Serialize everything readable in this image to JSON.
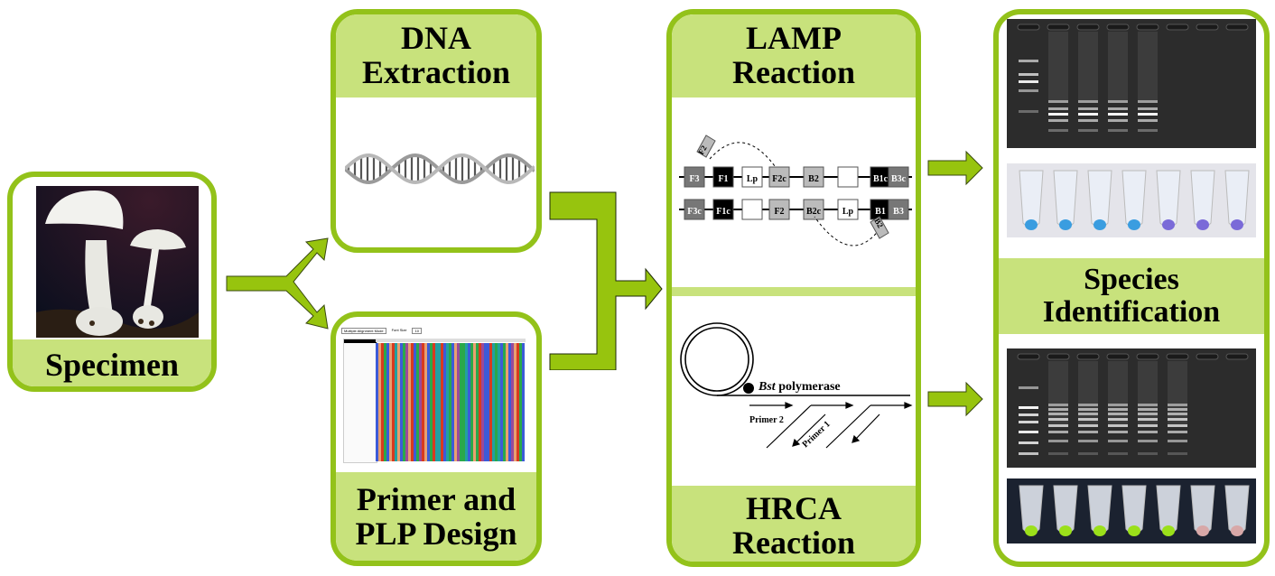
{
  "title": "Workflow for mushroom species identification",
  "colors": {
    "frame": "#93c21a",
    "band": "#c8e27c",
    "arrow": "#97c40e"
  },
  "steps": {
    "specimen": {
      "label": "Specimen"
    },
    "dna": {
      "label_line1": "DNA",
      "label_line2": "Extraction"
    },
    "primer": {
      "label_line1": "Primer and",
      "label_line2": "PLP Design",
      "toolbar": {
        "mode_select": "Multiple Alignment Mode",
        "font_size_label": "Font Size",
        "font_size_value": "10"
      }
    },
    "lamp": {
      "label_line1": "LAMP",
      "label_line2": "Reaction",
      "top_strand": [
        "F3",
        "F1",
        "Lp",
        "F2c",
        "B2",
        "",
        "B1c",
        "B3c"
      ],
      "bottom_strand": [
        "F3c",
        "F1c",
        "",
        "F2",
        "B2c",
        "Lp",
        "B1",
        "B3"
      ],
      "loop_primers": [
        "F2",
        "B2"
      ]
    },
    "hrca": {
      "label_line1": "HRCA",
      "label_line2": "Reaction",
      "enzyme_italic": "Bst",
      "enzyme_rest": " polymerase",
      "primer2": "Primer 2",
      "primer1": "Primer 1"
    },
    "identification": {
      "label_line1": "Species",
      "label_line2": "Identification",
      "lamp_tube_colors": [
        "#3a9de0",
        "#3a9de0",
        "#3a9de0",
        "#3a9de0",
        "#7a6ad8",
        "#7a6ad8",
        "#7a6ad8"
      ],
      "hrca_tube_colors": [
        "#9be01a",
        "#9be01a",
        "#9be01a",
        "#9be01a",
        "#9be01a",
        "#d8a8a8",
        "#d8a8a8"
      ]
    }
  }
}
